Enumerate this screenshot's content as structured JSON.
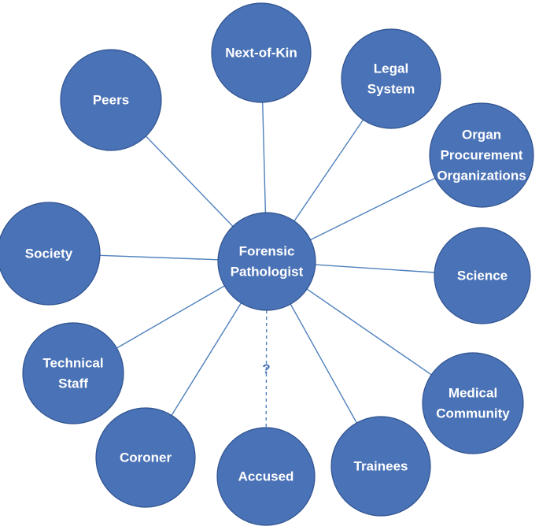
{
  "diagram": {
    "center": {
      "id": "forensic-pathologist",
      "label_lines": [
        "Forensic",
        "Pathologist"
      ]
    },
    "nodes": [
      {
        "id": "next-of-kin",
        "label_lines": [
          "Next-of-Kin"
        ]
      },
      {
        "id": "legal-system",
        "label_lines": [
          "Legal",
          "System"
        ]
      },
      {
        "id": "organ-procurement-organizations",
        "label_lines": [
          "Organ",
          "Procurement",
          "Organizations"
        ]
      },
      {
        "id": "science",
        "label_lines": [
          "Science"
        ]
      },
      {
        "id": "medical-community",
        "label_lines": [
          "Medical",
          "Community"
        ]
      },
      {
        "id": "trainees",
        "label_lines": [
          "Trainees"
        ]
      },
      {
        "id": "accused",
        "label_lines": [
          "Accused"
        ],
        "link_style": "dashed",
        "link_label": "?"
      },
      {
        "id": "coroner",
        "label_lines": [
          "Coroner"
        ]
      },
      {
        "id": "technical-staff",
        "label_lines": [
          "Technical",
          "Staff"
        ]
      },
      {
        "id": "society",
        "label_lines": [
          "Society"
        ]
      },
      {
        "id": "peers",
        "label_lines": [
          "Peers"
        ]
      }
    ],
    "colors": {
      "node_fill": "#4a72b6",
      "node_stroke": "#2f528f",
      "link": "#4f81bd",
      "label": "#ffffff"
    }
  }
}
